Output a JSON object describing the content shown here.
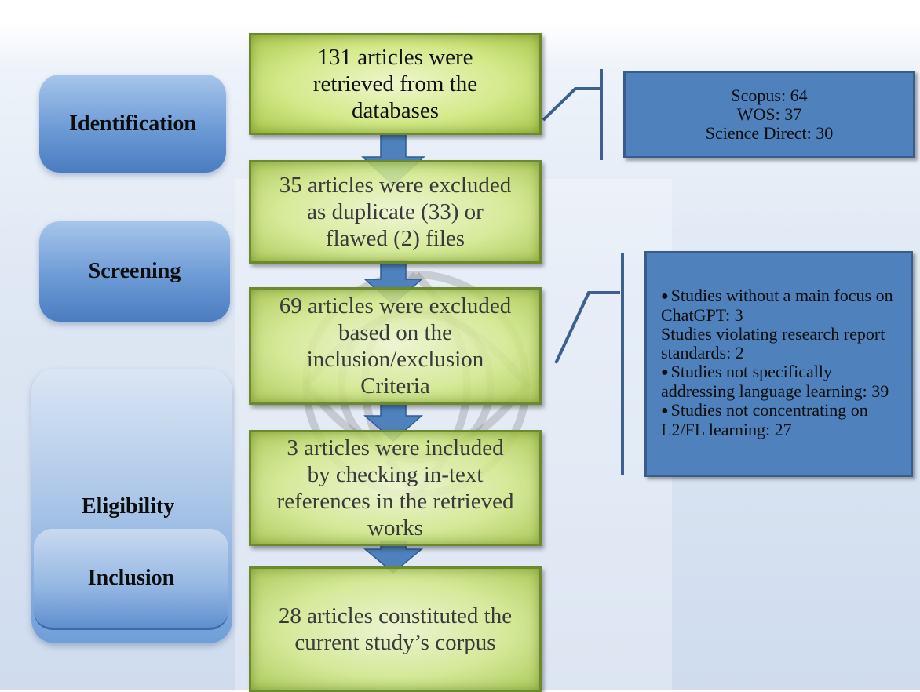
{
  "stages": {
    "identification": "Identification",
    "screening": "Screening",
    "eligibility": "Eligibility",
    "inclusion": "Inclusion"
  },
  "steps": {
    "retrieved": "131 articles were\nretrieved from the\ndatabases",
    "duplicates": "35 articles were excluded\nas duplicate (33) or\nflawed (2) files",
    "criteria": "69 articles were excluded\nbased on the\ninclusion/exclusion\nCriteria",
    "intext": "3 articles were included\nby checking in-text\nreferences in the retrieved\nworks",
    "corpus": "28 articles constituted the\ncurrent study’s corpus"
  },
  "sources": "Scopus: 64\nWOS: 37\nScience Direct: 30",
  "criteria_list": [
    "Studies without a main focus on ChatGPT: 3",
    "Studies violating research report standards: 2",
    "Studies not specifically addressing language learning: 39",
    "Studies not concentrating on L2/FL learning: 27"
  ],
  "colors": {
    "green_box": "#d4e98a",
    "blue_box": "#4f81bd",
    "arrow": "#4f81bd",
    "stage": "#6d9bd6"
  }
}
